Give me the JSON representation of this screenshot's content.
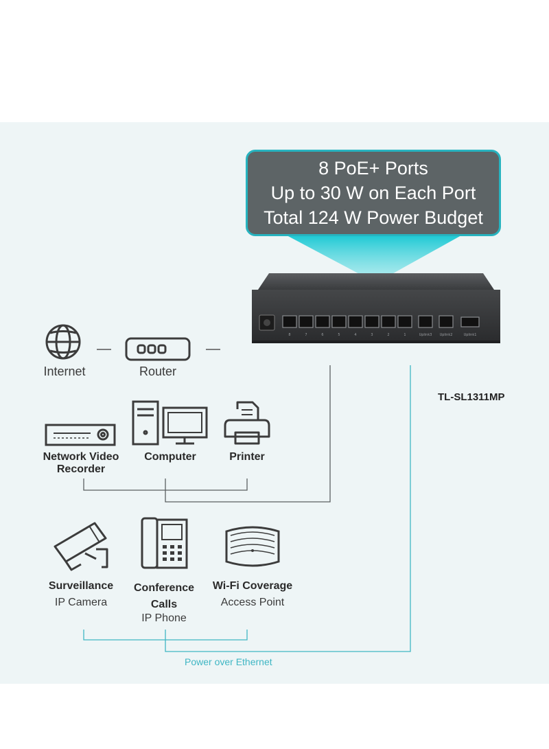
{
  "callout": {
    "line1": "8 PoE+ Ports",
    "line2": "Up to 30 W on Each Port",
    "line3": "Total 124 W Power Budget"
  },
  "model": "TL-SL1311MP",
  "top_row": {
    "internet": "Internet",
    "router": "Router"
  },
  "group1": {
    "nvr_line1": "Network Video",
    "nvr_line2": "Recorder",
    "computer": "Computer",
    "printer": "Printer"
  },
  "group2": {
    "camera_title": "Surveillance",
    "camera_sub": "IP Camera",
    "phone_title1": "Conference",
    "phone_title2": "Calls",
    "phone_sub": "IP Phone",
    "ap_title": "Wi-Fi Coverage",
    "ap_sub": "Access Point"
  },
  "poe_label": "Power over Ethernet",
  "colors": {
    "accent": "#27b3bf",
    "panel_bg": "#eef5f6",
    "callout_bg": "#5d6466",
    "connector_dark": "#5a5f61",
    "connector_teal": "#3fb6c4"
  },
  "switch_ports": [
    "8",
    "7",
    "6",
    "5",
    "4",
    "3",
    "2",
    "1",
    "Uplink3",
    "Uplink2",
    "Uplink1"
  ]
}
